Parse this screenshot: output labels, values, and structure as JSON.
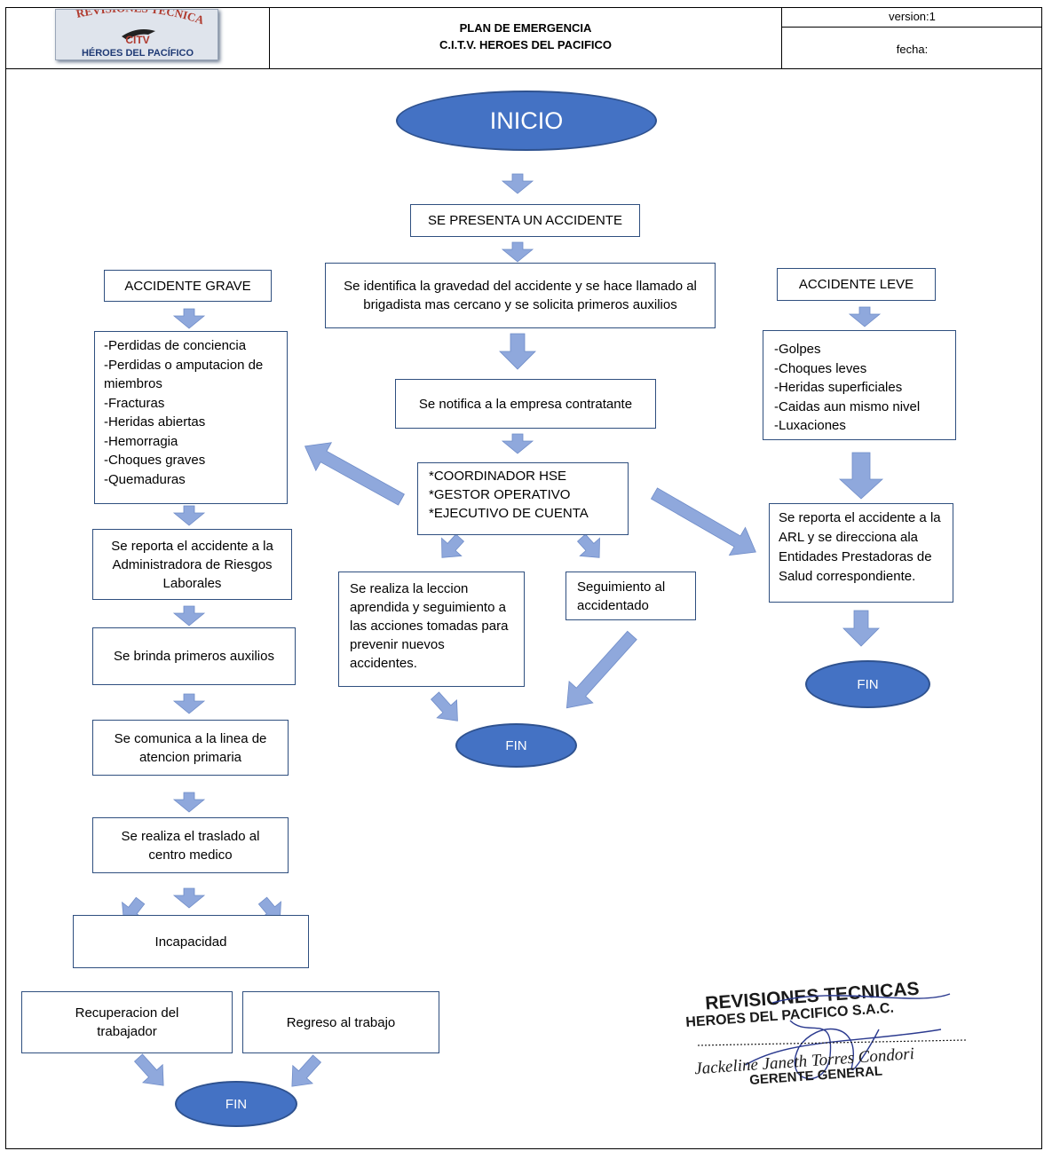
{
  "header": {
    "logo_text_top": "REVISIONES TECNICAS",
    "logo_text_mid": "CITV",
    "logo_text_bottom": "HÉROES DEL PACÍFICO",
    "title_line1": "PLAN DE EMERGENCIA",
    "title_line2": "C.I.T.V. HEROES DEL PACIFICO",
    "version": "version:1",
    "fecha": "fecha:"
  },
  "flow": {
    "inicio": "INICIO",
    "accidente": "SE PRESENTA UN ACCIDENTE",
    "identifica": "Se identifica la gravedad del accidente y se hace llamado al brigadista mas cercano y se solicita primeros auxilios",
    "notifica": "Se notifica a la empresa contratante",
    "coordinadores": [
      "*COORDINADOR HSE",
      "*GESTOR OPERATIVO",
      "*EJECUTIVO DE CUENTA"
    ],
    "leccion": "Se realiza la leccion aprendida y seguimiento a las acciones tomadas para prevenir nuevos accidentes.",
    "seguimiento": "Seguimiento al accidentado",
    "fin_center": "FIN",
    "grave": {
      "title": "ACCIDENTE GRAVE",
      "items": [
        "-Perdidas de conciencia",
        "-Perdidas o amputacion de miembros",
        "-Fracturas",
        "-Heridas abiertas",
        "-Hemorragia",
        "-Choques graves",
        "-Quemaduras"
      ],
      "reporta": "Se reporta el accidente a la Administradora de Riesgos Laborales",
      "auxilios": "Se brinda primeros auxilios",
      "comunica": "Se comunica a  la linea de atencion primaria",
      "traslado": "Se realiza el traslado al centro medico",
      "incapacidad": "Incapacidad",
      "recuperacion": "Recuperacion del trabajador",
      "regreso": "Regreso al trabajo",
      "fin": "FIN"
    },
    "leve": {
      "title": "ACCIDENTE LEVE",
      "items": [
        "-Golpes",
        "-Choques leves",
        "-Heridas superficiales",
        "-Caidas aun mismo nivel",
        "-Luxaciones"
      ],
      "reporta": "Se reporta el accidente a la ARL y se direcciona ala Entidades Prestadoras de Salud correspondiente.",
      "fin": "FIN"
    }
  },
  "stamp": {
    "company_line1": "REVISIONES TECNICAS",
    "company_line2": "HEROES DEL PACIFICO S.A.C.",
    "signer": "Jackeline Janeth Torres Condori",
    "role": "GERENTE GENERAL"
  },
  "colors": {
    "oval_fill": "#4472c4",
    "arrow_fill": "#8fa8dc",
    "box_border": "#2f4f7f"
  }
}
